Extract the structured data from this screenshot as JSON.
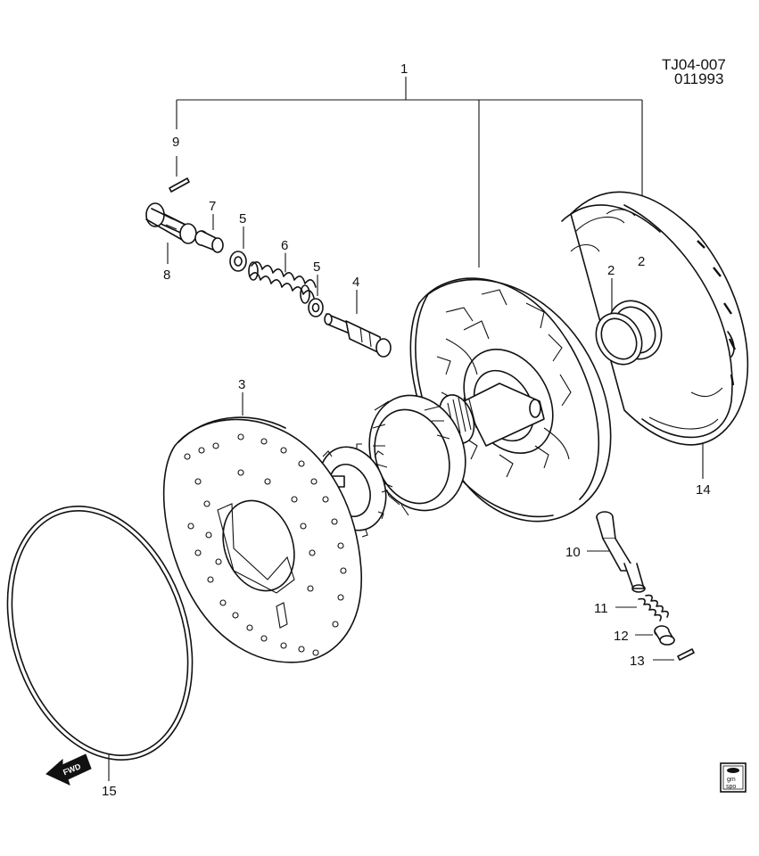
{
  "reference": {
    "code": "TJ04-007",
    "date": "011993"
  },
  "callouts": [
    {
      "id": "callout-1",
      "label": "1"
    },
    {
      "id": "callout-2a",
      "label": "2"
    },
    {
      "id": "callout-2b",
      "label": "2"
    },
    {
      "id": "callout-3",
      "label": "3"
    },
    {
      "id": "callout-4",
      "label": "4"
    },
    {
      "id": "callout-5a",
      "label": "5"
    },
    {
      "id": "callout-5b",
      "label": "5"
    },
    {
      "id": "callout-6",
      "label": "6"
    },
    {
      "id": "callout-7",
      "label": "7"
    },
    {
      "id": "callout-8",
      "label": "8"
    },
    {
      "id": "callout-9",
      "label": "9"
    },
    {
      "id": "callout-10",
      "label": "10"
    },
    {
      "id": "callout-11",
      "label": "11"
    },
    {
      "id": "callout-12",
      "label": "12"
    },
    {
      "id": "callout-13",
      "label": "13"
    },
    {
      "id": "callout-14",
      "label": "14"
    },
    {
      "id": "callout-15",
      "label": "15"
    }
  ],
  "direction_arrow": {
    "label": "FWD",
    "icon": "forward-arrow-icon"
  },
  "logo": {
    "line1": "gm",
    "line2": "spo",
    "icon": "gm-spo-logo-icon"
  }
}
